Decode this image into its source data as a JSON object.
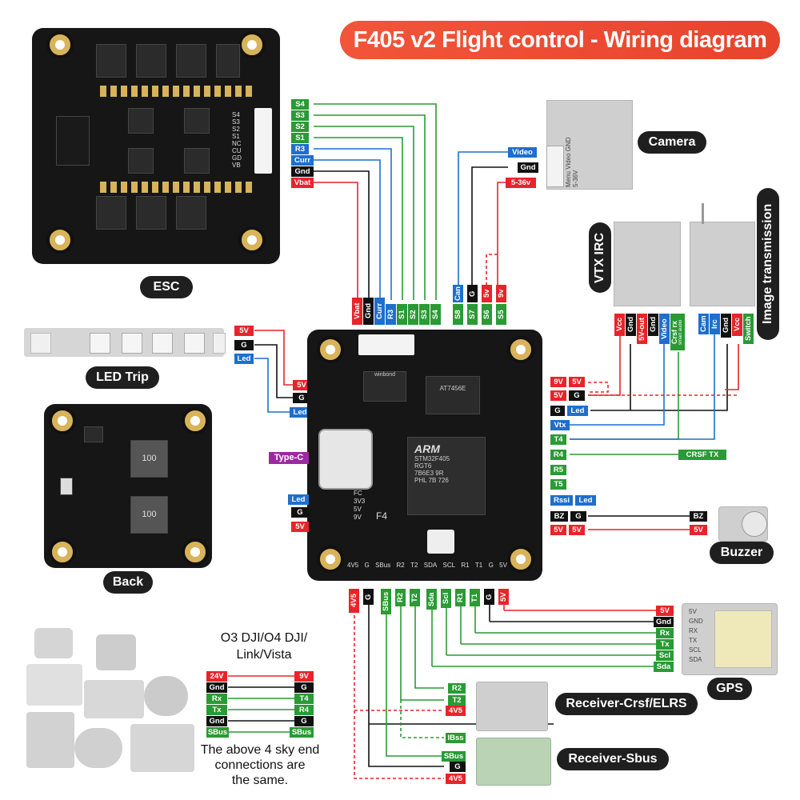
{
  "title": "F405 v2 Flight control - Wiring diagram",
  "colors": {
    "red": "#e8242a",
    "black": "#111111",
    "green": "#2a9a35",
    "blue": "#1e6fce",
    "purple": "#9a2aa0",
    "title_bg": "#ef4d33"
  },
  "labels": {
    "esc": "ESC",
    "led_strip": "LED Trip",
    "back": "Back",
    "camera": "Camera",
    "vtx_irc": "VTX IRC",
    "image_transmission": "Image transmission",
    "buzzer": "Buzzer",
    "gps": "GPS",
    "receiver_crsf": "Receiver-Crsf/ELRS",
    "receiver_sbus": "Receiver-Sbus"
  },
  "esc_wires": [
    "S4",
    "S3",
    "S2",
    "S1",
    "R3",
    "Curr",
    "Gnd",
    "Vbat"
  ],
  "esc_silk": [
    "S4",
    "S3",
    "S2",
    "S1",
    "NC",
    "CU",
    "GD",
    "VB"
  ],
  "fc_top_pads": [
    "Vbat",
    "Gnd",
    "Curr",
    "R3",
    "S1",
    "S2",
    "S3",
    "S4"
  ],
  "fc_cam_pads": [
    "Can",
    "G",
    "S7",
    "S8"
  ],
  "cam_pads_top": [
    "S8",
    "S7",
    "S6",
    "S5"
  ],
  "cam_pads_top_colors": [
    "Can",
    "G",
    "5v",
    "9v"
  ],
  "camera_pins": [
    "Video",
    "Gnd",
    "5-36v"
  ],
  "camera_silk": [
    "Menu",
    "Video",
    "GND",
    "5-36V"
  ],
  "led_strip_pins": [
    "5V",
    "G",
    "Led"
  ],
  "led_fc_pins": [
    "5V",
    "G",
    "Led"
  ],
  "type_c": "Type-C",
  "left_lower_pins": [
    "Led",
    "G",
    "5V"
  ],
  "vtx_pins": [
    "Vcc",
    "Gnd",
    "5V-out",
    "Gnd",
    "Video",
    "Crsf rx",
    "smart audio"
  ],
  "image_tx_pins": [
    "Cam",
    "Irc",
    "Gnd",
    "Vcc",
    "Switch"
  ],
  "right_side": {
    "row1": [
      "9V",
      "5V"
    ],
    "row2": [
      "5V",
      "G"
    ],
    "row3": [
      "G",
      "Led"
    ],
    "vtx": "Vtx",
    "t4": "T4",
    "r4": "R4",
    "crsf_tx": "CRSF TX",
    "r5": "R5",
    "t5": "T5",
    "rssi": [
      "Rssi",
      "Led"
    ],
    "bz": [
      "BZ",
      "G"
    ],
    "bz2": "BZ",
    "five": [
      "5V",
      "5V"
    ],
    "five2": "5V"
  },
  "bottom_pads": [
    "4V5",
    "G",
    "SBus",
    "R2",
    "T2",
    "Sda",
    "Scl",
    "R1",
    "T1",
    "G",
    "5V"
  ],
  "bottom_silk": [
    "4V5",
    "G",
    "SBus",
    "R2",
    "T2",
    "SDA",
    "SCL",
    "R1",
    "T1",
    "G",
    "5V"
  ],
  "gps_wires": [
    "5V",
    "Gnd",
    "Rx",
    "Tx",
    "Scl",
    "Sda"
  ],
  "gps_silk": [
    "5V",
    "GND",
    "RX",
    "TX",
    "SCL",
    "SDA"
  ],
  "crsf_wires": [
    "R2",
    "T2",
    "4V5"
  ],
  "sbus_wires": [
    "IBss",
    "SBus",
    "G",
    "4V5"
  ],
  "o3": {
    "title_line1": "O3 DJI/O4 DJI/",
    "title_line2": "Link/Vista",
    "rows": [
      [
        "24V",
        "9V"
      ],
      [
        "Gnd",
        "G"
      ],
      [
        "Rx",
        "T4"
      ],
      [
        "Tx",
        "R4"
      ],
      [
        "Gnd",
        "G"
      ],
      [
        "SBus",
        "SBus"
      ]
    ],
    "note_line1": "The above 4 sky end",
    "note_line2": "connections are",
    "note_line3": "the same."
  },
  "chip_text": {
    "arm": "ARM",
    "mcu": "STM32F405",
    "mcu2": "RGT6",
    "mcu3": "7B6E3 9R",
    "mcu4": "PHL 7B 726",
    "winbond": "winbond",
    "at": "AT7456E",
    "f4": "F4",
    "fc": "FC",
    "v33": "3V3",
    "v5": "5V",
    "v9": "9V"
  },
  "back_chip": "100"
}
